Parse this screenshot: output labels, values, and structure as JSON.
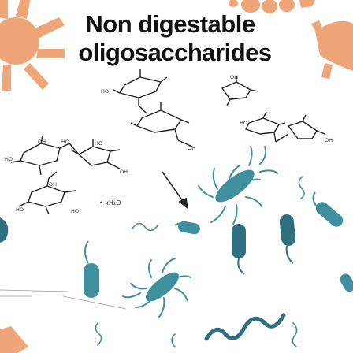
{
  "title": {
    "line1": "Non digestable",
    "line2": "oligosaccharides"
  },
  "labels": {
    "water": "• xH₂O"
  },
  "colors": {
    "background": "#ffffff",
    "orange_microbe": "#f0a578",
    "teal_bacteria": "#3f8f9f",
    "dark_teal_bacteria": "#2e6f80",
    "structure_lines": "#222222"
  },
  "icons": [
    "orange-microbe-icon",
    "oligosaccharide-structure-icon",
    "arrow-icon",
    "flagellated-bacterium-icon",
    "rod-bacterium-icon",
    "spiral-bacterium-icon"
  ]
}
